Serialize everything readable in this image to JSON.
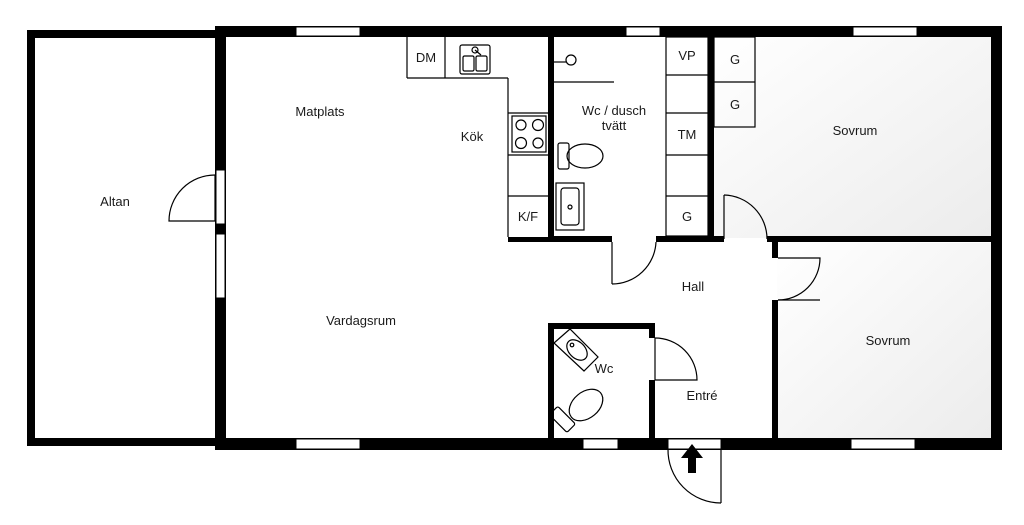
{
  "rooms": {
    "altan": "Altan",
    "matplats": "Matplats",
    "kok": "Kök",
    "vardagsrum": "Vardagsrum",
    "wc_dusch_line1": "Wc / dusch",
    "wc_dusch_line2": "tvätt",
    "hall": "Hall",
    "wc": "Wc",
    "entre": "Entré",
    "sovrum_1": "Sovrum",
    "sovrum_2": "Sovrum"
  },
  "fixtures": {
    "dm": "DM",
    "kf": "K/F",
    "vp": "VP",
    "tm": "TM",
    "g_laundry": "G",
    "g_bed_1": "G",
    "g_bed_2": "G"
  },
  "icons": [
    "entrance-arrow-icon",
    "sink-icon",
    "stove-icon",
    "toilet-icon",
    "shower-icon",
    "door-swing-icon"
  ],
  "colors": {
    "wall": "#000000",
    "room_fill": "#f3f3f3",
    "background": "#ffffff"
  }
}
